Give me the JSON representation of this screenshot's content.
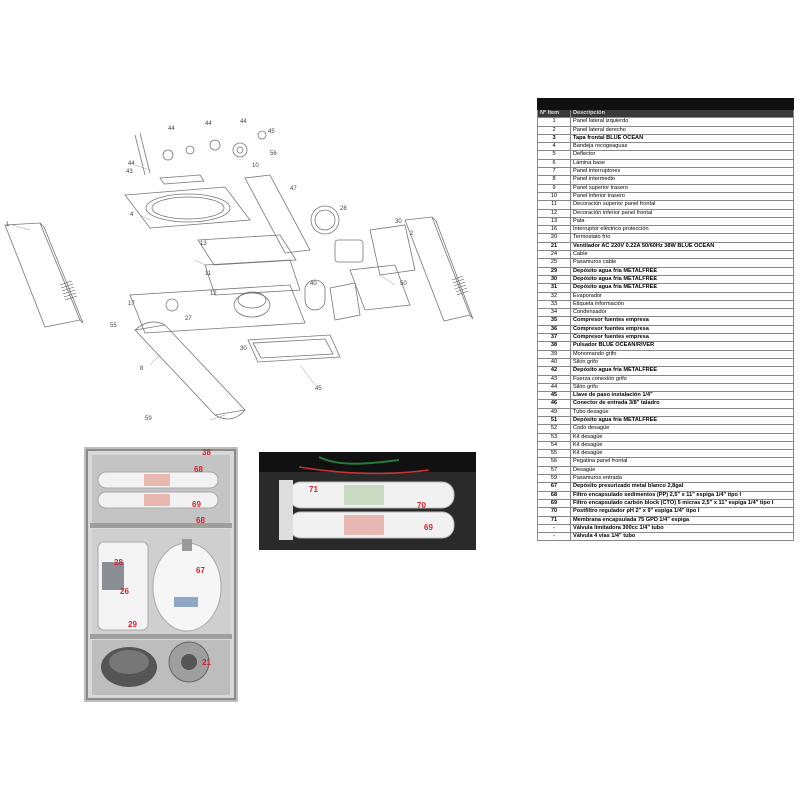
{
  "table": {
    "header_num": "Nº Item",
    "header_desc": "Descripción",
    "rows": [
      {
        "n": "1",
        "d": "Panel lateral izquierdo",
        "b": false
      },
      {
        "n": "2",
        "d": "Panel lateral derecho",
        "b": false
      },
      {
        "n": "3",
        "d": "Tapa frontal BLUE OCEAN",
        "b": true
      },
      {
        "n": "4",
        "d": "Bandeja recogeaguas",
        "b": false
      },
      {
        "n": "5",
        "d": "Deflector",
        "b": false
      },
      {
        "n": "6",
        "d": "Lámina base",
        "b": false
      },
      {
        "n": "7",
        "d": "Panel interruptores",
        "b": false
      },
      {
        "n": "8",
        "d": "Panel intermedio",
        "b": false
      },
      {
        "n": "9",
        "d": "Panel superior trasero",
        "b": false
      },
      {
        "n": "10",
        "d": "Panel inferior trasero",
        "b": false
      },
      {
        "n": "11",
        "d": "Decoración superior panel frontal",
        "b": false
      },
      {
        "n": "12",
        "d": "Decoración inferior panel frontal",
        "b": false
      },
      {
        "n": "13",
        "d": "Pata",
        "b": false
      },
      {
        "n": "16",
        "d": "Interruptor eléctrico protección",
        "b": false
      },
      {
        "n": "20",
        "d": "Termostato frío",
        "b": false
      },
      {
        "n": "21",
        "d": "Ventilador AC 220V 0.22A 50/60Hz 38W BLUE OCEAN",
        "b": true
      },
      {
        "n": "24",
        "d": "Cable",
        "b": false
      },
      {
        "n": "25",
        "d": "Pasamuros cable",
        "b": false
      },
      {
        "n": "29",
        "d": "Depósito agua fría METALFREE",
        "b": true
      },
      {
        "n": "30",
        "d": "Depósito agua fría METALFREE",
        "b": true
      },
      {
        "n": "31",
        "d": "Depósito agua fría METALFREE",
        "b": true
      },
      {
        "n": "32",
        "d": "Evaporador",
        "b": false
      },
      {
        "n": "33",
        "d": "Etiqueta información",
        "b": false
      },
      {
        "n": "34",
        "d": "Condensador",
        "b": false
      },
      {
        "n": "35",
        "d": "Compresor fuentes empresa",
        "b": true
      },
      {
        "n": "36",
        "d": "Compresor fuentes empresa",
        "b": true
      },
      {
        "n": "37",
        "d": "Compresor fuentes empresa",
        "b": true
      },
      {
        "n": "38",
        "d": "Pulsador BLUE OCEAN/RIVER",
        "b": true
      },
      {
        "n": "39",
        "d": "Monomando grifo",
        "b": false
      },
      {
        "n": "40",
        "d": "Silón grifo",
        "b": false
      },
      {
        "n": "42",
        "d": "Depósito agua fría METALFREE",
        "b": true
      },
      {
        "n": "43",
        "d": "Fuerza conexión grifo",
        "b": false
      },
      {
        "n": "44",
        "d": "Silón grifo",
        "b": false
      },
      {
        "n": "45",
        "d": "Llave de paso instalación 1/4\"",
        "b": true
      },
      {
        "n": "46",
        "d": "Conector de entrada 3/8\" taladro",
        "b": true
      },
      {
        "n": "49",
        "d": "Tubo desagüe",
        "b": false
      },
      {
        "n": "51",
        "d": "Depósito agua fría METALFREE",
        "b": true
      },
      {
        "n": "52",
        "d": "Codo desagüe",
        "b": false
      },
      {
        "n": "53",
        "d": "Kit desagüe",
        "b": false
      },
      {
        "n": "54",
        "d": "Kit desagüe",
        "b": false
      },
      {
        "n": "55",
        "d": "Kit desagüe",
        "b": false
      },
      {
        "n": "56",
        "d": "Pegatina panel frontal",
        "b": false
      },
      {
        "n": "57",
        "d": "Desagüe",
        "b": false
      },
      {
        "n": "59",
        "d": "Pasamuros entrada",
        "b": false
      },
      {
        "n": "67",
        "d": "Depósito presurizado metal blanco 2,8gal",
        "b": true
      },
      {
        "n": "68",
        "d": "Filtro encapsulado sedimentos (PP) 2,5\" x 11\" espiga 1/4\" tipo I",
        "b": true
      },
      {
        "n": "69",
        "d": "Filtro encapsulado carbón block (CTO) 5 micras 2,5\" x 11\" espiga 1/4\" tipo I",
        "b": true
      },
      {
        "n": "70",
        "d": "Postfiltro regulador pH 2\" x 9\" espiga 1/4\" tipo I",
        "b": true
      },
      {
        "n": "71",
        "d": "Membrana encapsulada 75 GPD 1/4\" espiga",
        "b": true
      },
      {
        "n": "-",
        "d": "Válvula limitadora 300cc 1/4\" tubo",
        "b": true
      },
      {
        "n": "-",
        "d": "Válvula 4 vías 1/4\" tubo",
        "b": true
      }
    ]
  },
  "photo_left_labels": [
    "38",
    "68",
    "69",
    "68",
    "28",
    "67",
    "26",
    "29",
    "21"
  ],
  "photo_right_labels": [
    "71",
    "70",
    "69"
  ],
  "colors": {
    "accent": "#d8222a",
    "table_header": "#3a3a3a",
    "frame": "#9a9a9a"
  }
}
